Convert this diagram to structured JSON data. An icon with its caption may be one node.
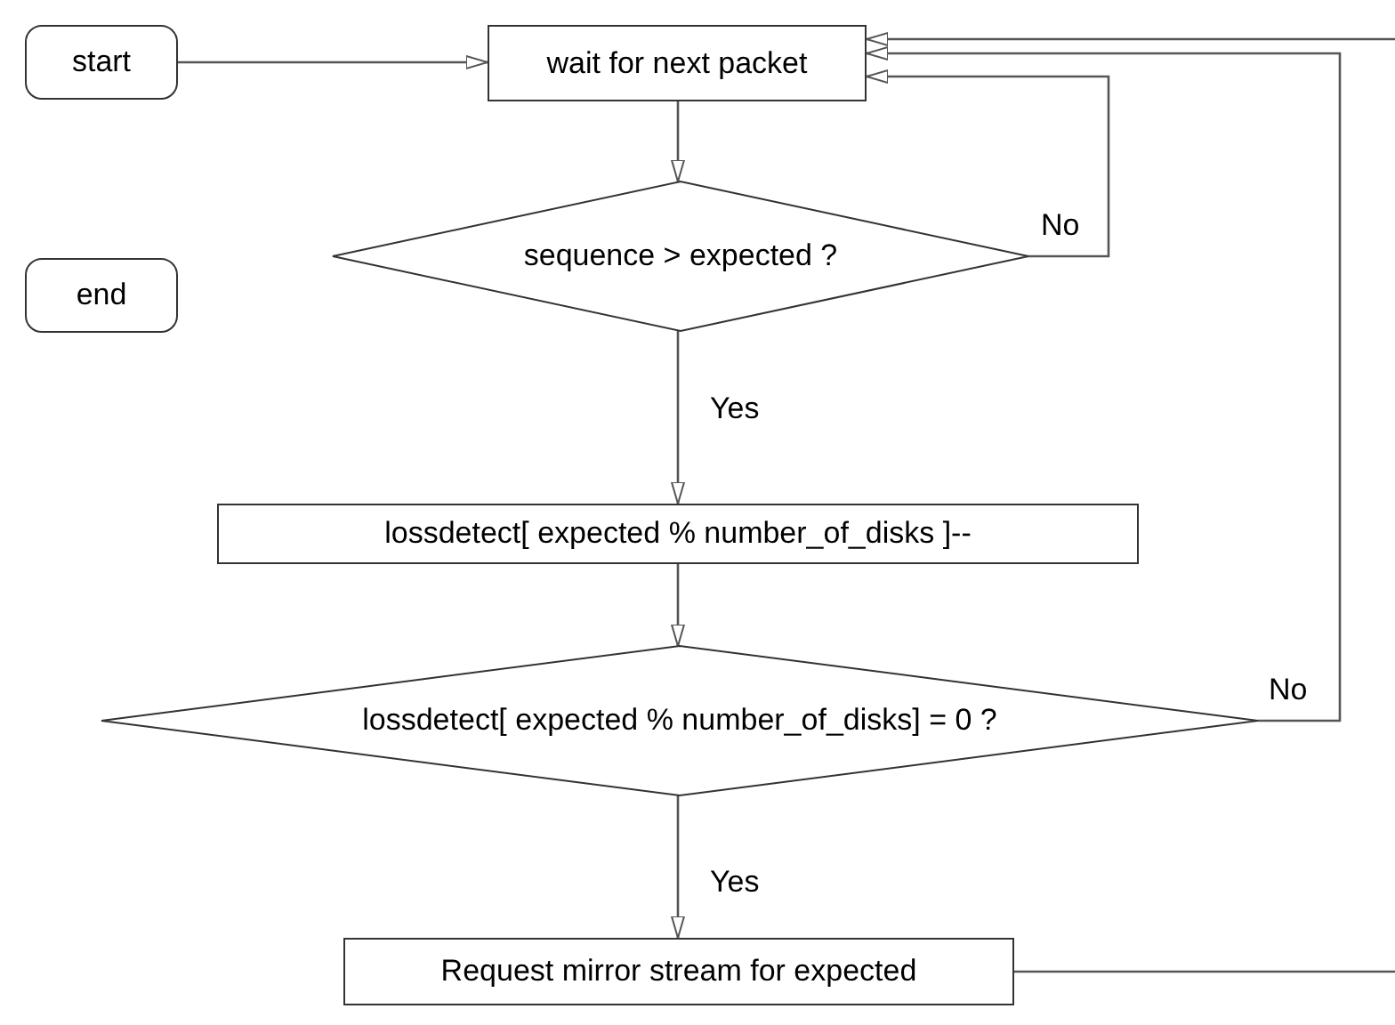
{
  "diagram": {
    "nodes": [
      {
        "text": [
          "start"
        ]
      },
      {
        "text": [
          "wait for next packet"
        ]
      },
      {
        "text": [
          "sequence > expected ?"
        ]
      },
      {
        "text": [
          "end"
        ]
      },
      {
        "text": [
          "lossdetect[ expected % number_of_disks ]--"
        ]
      },
      {
        "text": [
          "lossdetect[ expected % number_of_disks] = 0 ?"
        ]
      },
      {
        "text": [
          "Request mirror stream for expected"
        ]
      }
    ],
    "edges": [
      {
        "from": 0,
        "to": 1,
        "arrow": "to"
      },
      {
        "from": 1,
        "to": 2,
        "arrow": "to"
      },
      {
        "from": 2,
        "to": 1,
        "arrow": "to",
        "label": "No"
      },
      {
        "from": 2,
        "to": 4,
        "arrow": "to",
        "label": "Yes"
      },
      {
        "from": 4,
        "to": 5,
        "arrow": "to"
      },
      {
        "from": 5,
        "to": 1,
        "arrow": "to",
        "label": "No"
      },
      {
        "from": 5,
        "to": 6,
        "arrow": "to",
        "label": "Yes"
      },
      {
        "from": 6,
        "to": 1,
        "arrow": "to"
      }
    ]
  }
}
